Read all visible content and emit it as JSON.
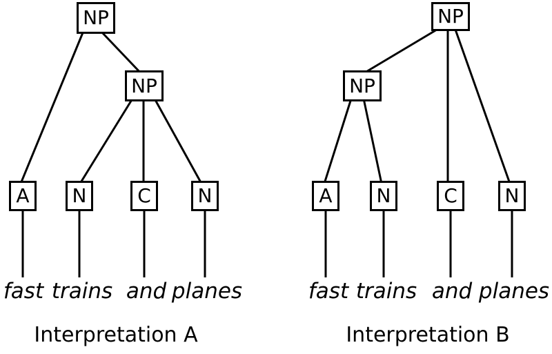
{
  "colors": {
    "background": "#ffffff",
    "stroke": "#000000"
  },
  "phrase": "fast trains and planes",
  "trees": [
    {
      "caption": "Interpretation A",
      "root_label": "NP",
      "inner_label": "NP",
      "leaves": [
        "A",
        "N",
        "C",
        "N"
      ],
      "words": [
        "fast",
        "trains",
        "and",
        "planes"
      ],
      "edges": [
        {
          "from": "NP-root",
          "to": "A"
        },
        {
          "from": "NP-root",
          "to": "NP-inner"
        },
        {
          "from": "NP-inner",
          "to": "N-trains"
        },
        {
          "from": "NP-inner",
          "to": "C"
        },
        {
          "from": "NP-inner",
          "to": "N-planes"
        },
        {
          "from": "A",
          "to": "fast"
        },
        {
          "from": "N-trains",
          "to": "trains"
        },
        {
          "from": "C",
          "to": "and"
        },
        {
          "from": "N-planes",
          "to": "planes"
        }
      ]
    },
    {
      "caption": "Interpretation B",
      "root_label": "NP",
      "inner_label": "NP",
      "leaves": [
        "A",
        "N",
        "C",
        "N"
      ],
      "words": [
        "fast",
        "trains",
        "and",
        "planes"
      ],
      "edges": [
        {
          "from": "NP-root",
          "to": "NP-inner"
        },
        {
          "from": "NP-root",
          "to": "C"
        },
        {
          "from": "NP-root",
          "to": "N-planes"
        },
        {
          "from": "NP-inner",
          "to": "A"
        },
        {
          "from": "NP-inner",
          "to": "N-trains"
        },
        {
          "from": "A",
          "to": "fast"
        },
        {
          "from": "N-trains",
          "to": "trains"
        },
        {
          "from": "C",
          "to": "and"
        },
        {
          "from": "N-planes",
          "to": "planes"
        }
      ]
    }
  ]
}
